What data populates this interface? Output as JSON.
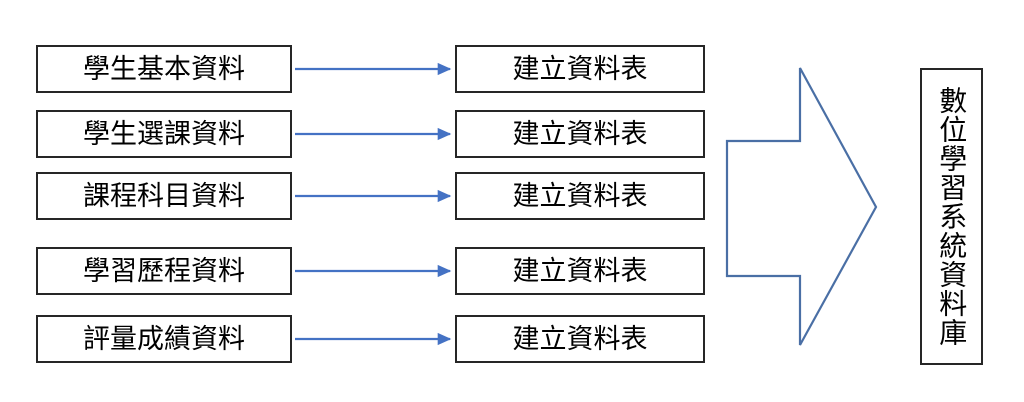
{
  "diagram": {
    "title": "",
    "colors": {
      "box_border": "#262626",
      "box_fill": "#ffffff",
      "connector": "#4472C4",
      "block_arrow_stroke": "#4A6FA5",
      "background": "#ffffff",
      "text": "#000000"
    },
    "source_boxes": [
      {
        "label": "學生基本資料"
      },
      {
        "label": "學生選課資料"
      },
      {
        "label": "課程科目資料"
      },
      {
        "label": "學習歷程資料"
      },
      {
        "label": "評量成績資料"
      }
    ],
    "process_boxes": [
      {
        "label": "建立資料表"
      },
      {
        "label": "建立資料表"
      },
      {
        "label": "建立資料表"
      },
      {
        "label": "建立資料表"
      },
      {
        "label": "建立資料表"
      }
    ],
    "connectors": [
      {
        "name": "arrow-1"
      },
      {
        "name": "arrow-2"
      },
      {
        "name": "arrow-3"
      },
      {
        "name": "arrow-4"
      },
      {
        "name": "arrow-5"
      }
    ],
    "block_arrow": {
      "name": "block-arrow-right"
    },
    "database": {
      "label": "數位學習系統資料庫"
    }
  }
}
